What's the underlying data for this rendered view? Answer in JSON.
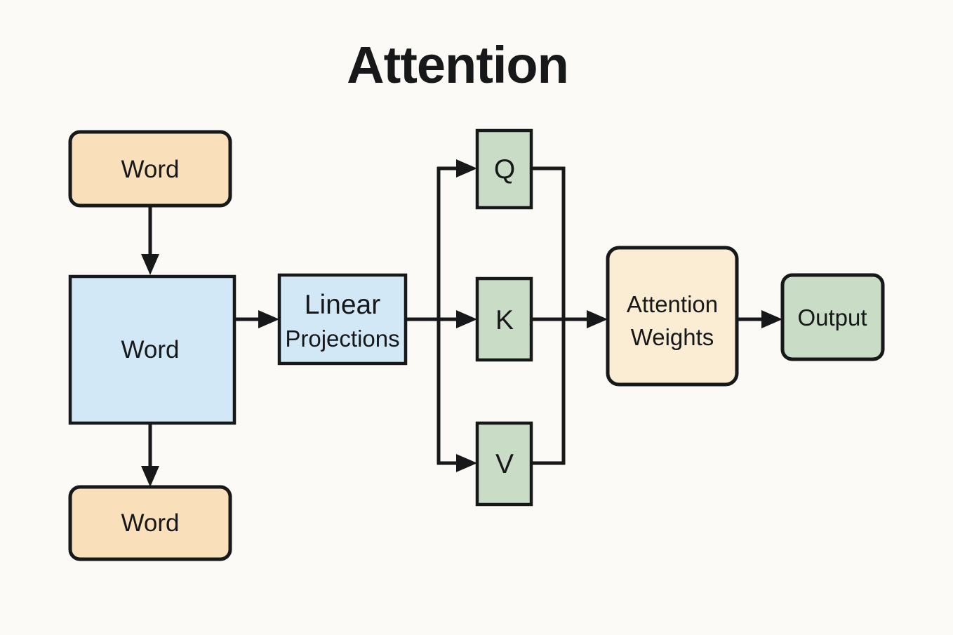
{
  "page": {
    "title": "Attention",
    "background_color": "#fcfaf7",
    "stroke_color": "#17181a"
  },
  "palette": {
    "peach": "#fadfbb",
    "cream": "#fbedd4",
    "blue": "#d2e8f7",
    "green": "#c9dcc6"
  },
  "nodes": {
    "word_top": {
      "label": "Word",
      "fill": "#fadfbb",
      "shape": "rounded-rect"
    },
    "word_main": {
      "label": "Word",
      "fill": "#d2e8f7",
      "shape": "rect"
    },
    "word_bottom": {
      "label": "Word",
      "fill": "#fadfbb",
      "shape": "rounded-rect"
    },
    "linear": {
      "label_line1": "Linear",
      "label_line2": "Projections",
      "fill": "#d2e8f7",
      "shape": "rect"
    },
    "q": {
      "label": "Q",
      "fill": "#c9dcc6",
      "shape": "rect"
    },
    "k": {
      "label": "K",
      "fill": "#c9dcc6",
      "shape": "rect"
    },
    "v": {
      "label": "V",
      "fill": "#c9dcc6",
      "shape": "rect"
    },
    "attention_weights": {
      "label_line1": "Attention",
      "label_line2": "Weights",
      "fill": "#fbedd4",
      "shape": "rounded-rect"
    },
    "output": {
      "label": "Output",
      "fill": "#c9dcc6",
      "shape": "rounded-rect"
    }
  },
  "edges": [
    {
      "id": "word-top-to-word-main",
      "from": "word_top",
      "to": "word_main",
      "direction": "down"
    },
    {
      "id": "word-main-to-word-bottom",
      "from": "word_main",
      "to": "word_bottom",
      "direction": "down"
    },
    {
      "id": "word-main-to-linear",
      "from": "word_main",
      "to": "linear",
      "direction": "right"
    },
    {
      "id": "linear-to-q",
      "from": "linear",
      "to": "q",
      "direction": "branch-up"
    },
    {
      "id": "linear-to-k",
      "from": "linear",
      "to": "k",
      "direction": "right"
    },
    {
      "id": "linear-to-v",
      "from": "linear",
      "to": "v",
      "direction": "branch-down"
    },
    {
      "id": "q-to-attention",
      "from": "q",
      "to": "attention_weights",
      "direction": "merge-down"
    },
    {
      "id": "k-to-attention",
      "from": "k",
      "to": "attention_weights",
      "direction": "right"
    },
    {
      "id": "v-to-attention",
      "from": "v",
      "to": "attention_weights",
      "direction": "merge-up"
    },
    {
      "id": "attention-to-output",
      "from": "attention_weights",
      "to": "output",
      "direction": "right"
    }
  ]
}
